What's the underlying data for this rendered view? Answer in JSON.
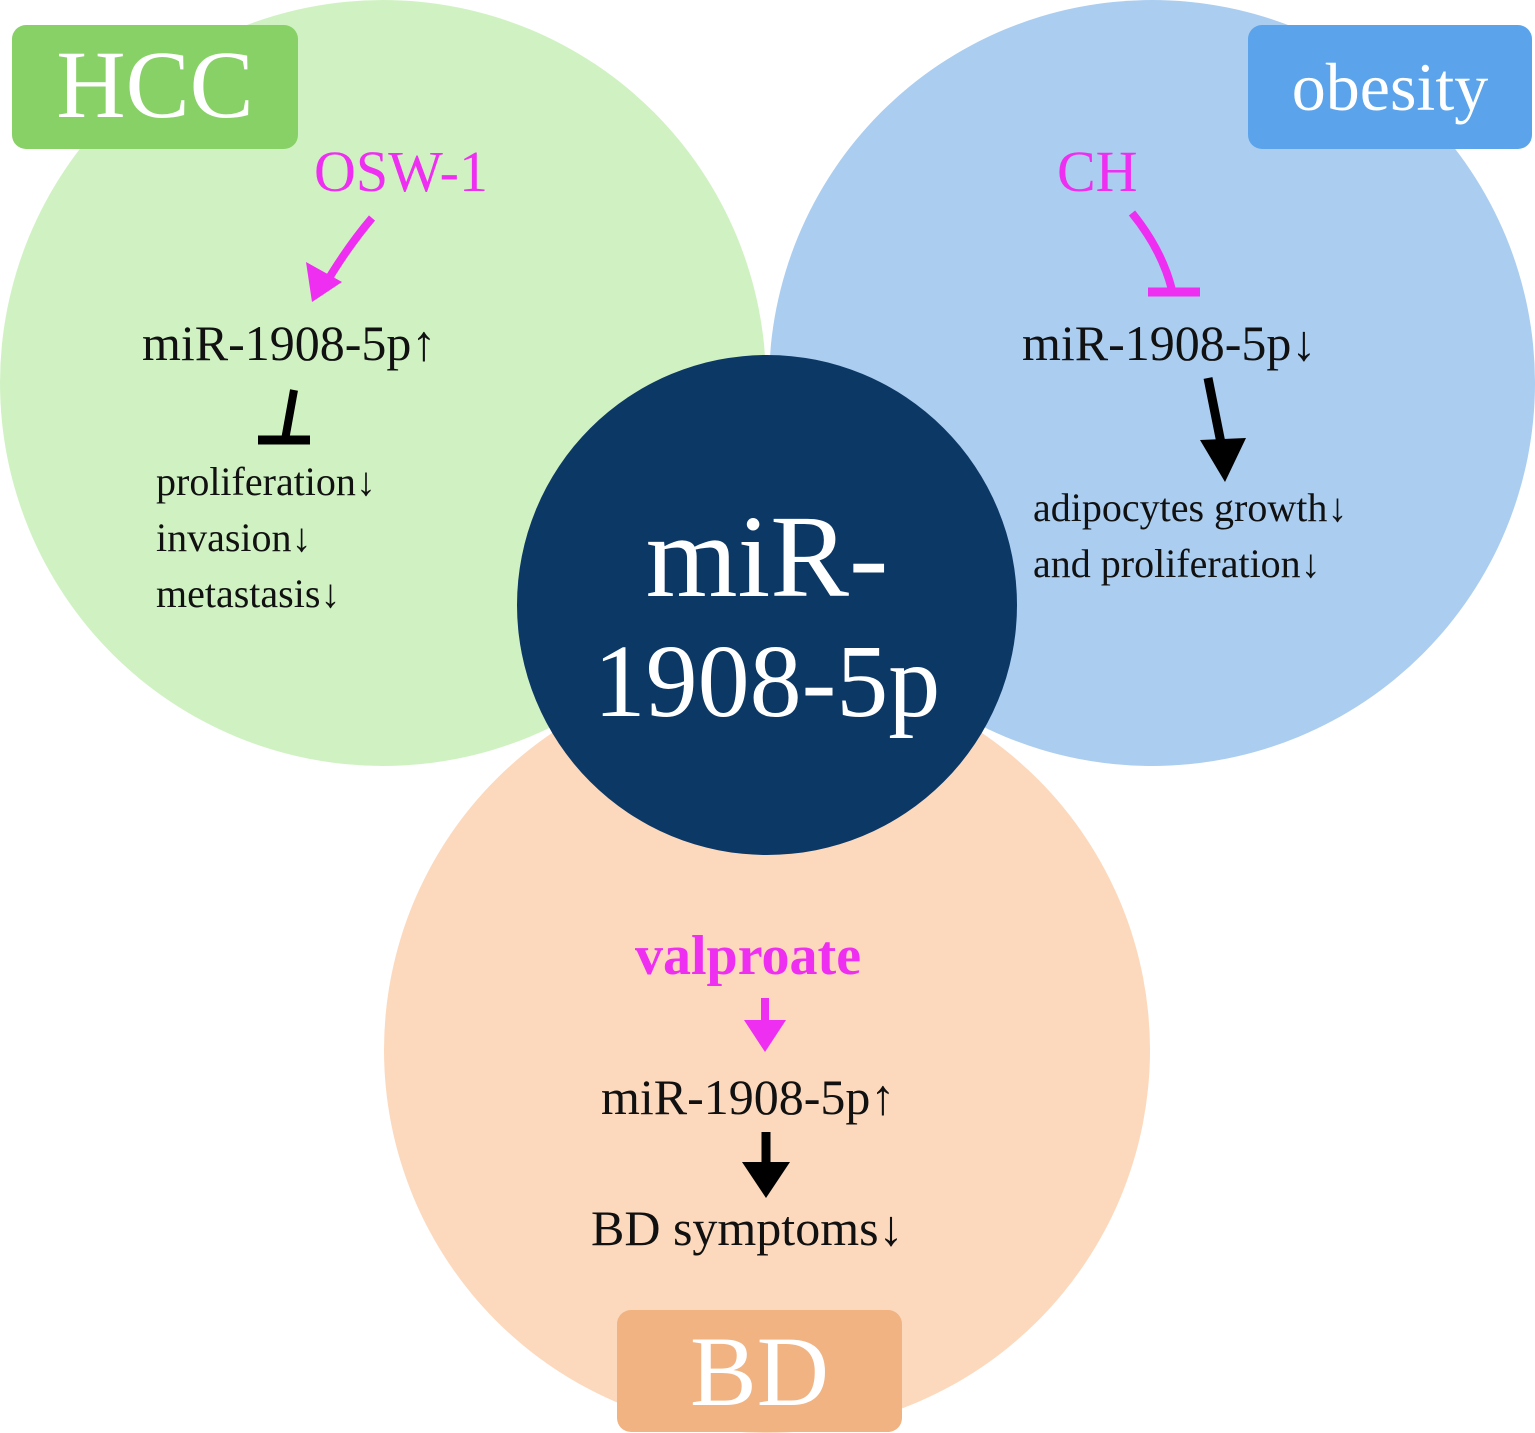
{
  "colors": {
    "hcc_circle": "#d0f2c3",
    "hcc_badge": "#88d167",
    "obesity_circle": "#abcdf0",
    "obesity_badge": "#5ba4eb",
    "bd_circle": "#fcd9bd",
    "bd_badge": "#f1b381",
    "center_circle": "#0c3866",
    "drug_text": "#ee2ef0",
    "text": "#111111",
    "white": "#ffffff"
  },
  "center": {
    "line1": "miR-",
    "line2": "1908-5p"
  },
  "hcc": {
    "badge": "HCC",
    "drug": "OSW-1",
    "drug_effect": "activates",
    "mirna": "miR-1908-5p↑",
    "mirna_effect": "inhibits",
    "outcomes": [
      "proliferation↓",
      "invasion↓",
      "metastasis↓"
    ]
  },
  "obesity": {
    "badge": "obesity",
    "drug": "CH",
    "drug_effect": "inhibits",
    "mirna": "miR-1908-5p↓",
    "mirna_effect": "leads to",
    "outcomes": [
      "adipocytes growth↓",
      "and proliferation↓"
    ]
  },
  "bd": {
    "badge": "BD",
    "drug": "valproate",
    "drug_effect": "activates",
    "mirna": "miR-1908-5p↑",
    "mirna_effect": "leads to",
    "outcomes": [
      "BD symptoms↓"
    ]
  }
}
